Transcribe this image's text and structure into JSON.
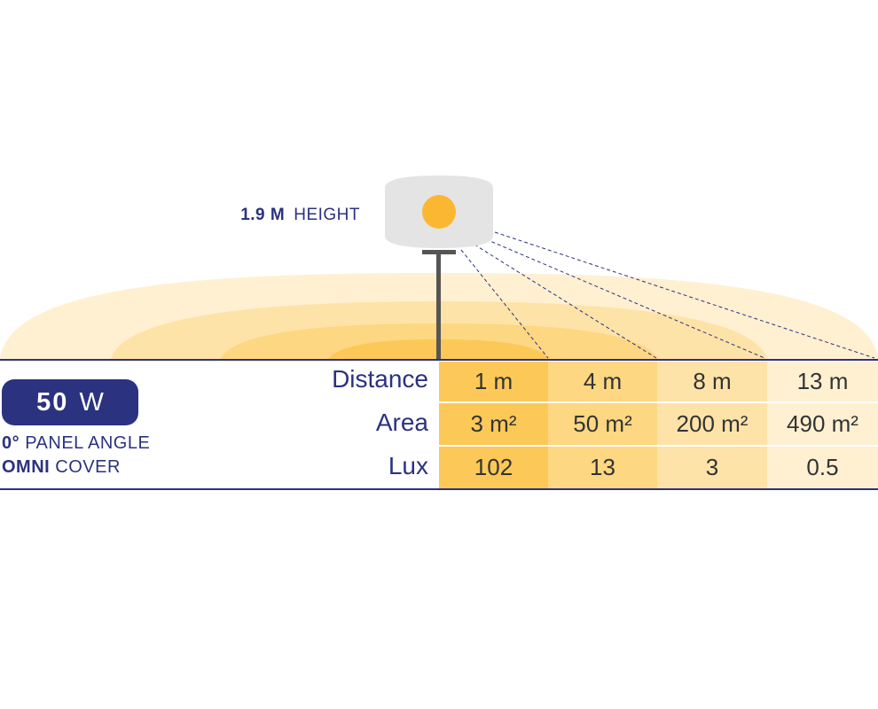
{
  "fixture": {
    "height_value": "1.9 M",
    "height_label": "HEIGHT",
    "housing_color": "#e4e4e4",
    "lamp_color": "#fbb732",
    "pole_color": "#555555"
  },
  "panel": {
    "watt_value": "50",
    "watt_unit": "W",
    "angle_value": "0°",
    "angle_label": "PANEL ANGLE",
    "cover_value": "OMNI",
    "cover_label": "COVER"
  },
  "table": {
    "row_labels": {
      "distance": "Distance",
      "area": "Area",
      "lux": "Lux"
    },
    "columns": [
      {
        "distance": "1 m",
        "area": "3 m²",
        "lux": "102"
      },
      {
        "distance": "4 m",
        "area": "50 m²",
        "lux": "13"
      },
      {
        "distance": "8 m",
        "area": "200 m²",
        "lux": "3"
      },
      {
        "distance": "13 m",
        "area": "490 m²",
        "lux": "0.5"
      }
    ]
  },
  "colors": {
    "navy": "#2b3280",
    "zone_1": "#fcc858",
    "zone_2": "#fdd781",
    "zone_3": "#fee3a8",
    "zone_4": "#fff0d1"
  }
}
